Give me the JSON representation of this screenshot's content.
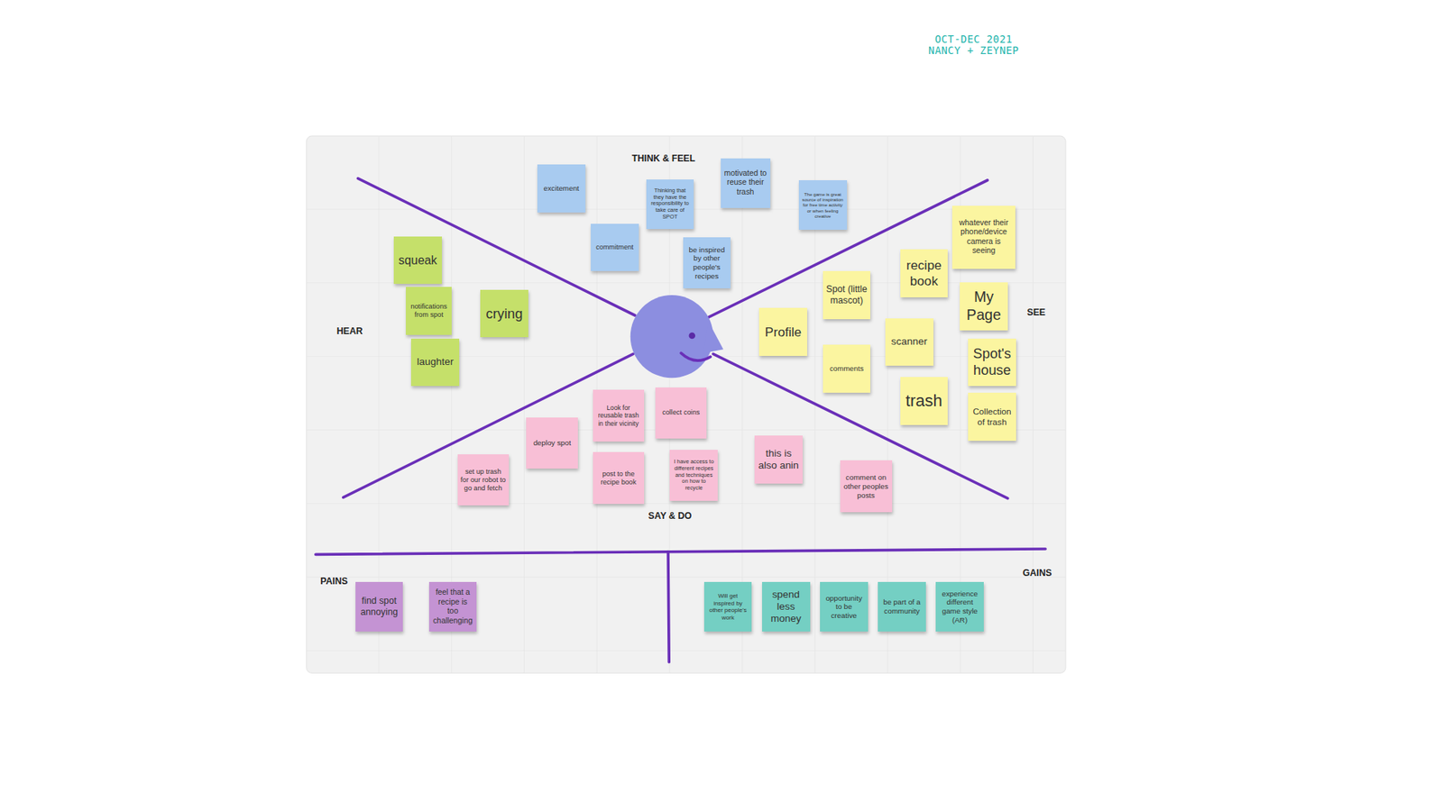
{
  "diagram": {
    "nodes": [
      {
        "text": [
          "excitement"
        ]
      },
      {
        "text": [
          "Thinking that they have the responsibility to take care of SPOT"
        ]
      },
      {
        "text": [
          "motivated to reuse their trash"
        ]
      },
      {
        "text": [
          "The game is great source of inspiration for free time activity or when feeling creative"
        ]
      },
      {
        "text": [
          "commitment"
        ]
      },
      {
        "text": [
          "be inspired by other people's recipes"
        ]
      },
      {
        "text": [
          "squeak"
        ]
      },
      {
        "text": [
          "notifications from spot"
        ]
      },
      {
        "text": [
          "crying"
        ]
      },
      {
        "text": [
          "laughter"
        ]
      },
      {
        "text": [
          "whatever their phone/device camera is seeing"
        ]
      },
      {
        "text": [
          "recipe book"
        ]
      },
      {
        "text": [
          "My Page"
        ]
      },
      {
        "text": [
          "Spot (little mascot)"
        ]
      },
      {
        "text": [
          "Profile"
        ]
      },
      {
        "text": [
          "scanner"
        ]
      },
      {
        "text": [
          "comments"
        ]
      },
      {
        "text": [
          "Spot's house"
        ]
      },
      {
        "text": [
          "trash"
        ]
      },
      {
        "text": [
          "Collection of trash"
        ]
      },
      {
        "text": [
          "Look for reusable trash in their vicinity"
        ]
      },
      {
        "text": [
          "collect coins"
        ]
      },
      {
        "text": [
          "deploy spot"
        ]
      },
      {
        "text": [
          "this is also anin"
        ]
      },
      {
        "text": [
          "post to the recipe book"
        ]
      },
      {
        "text": [
          "I have access to different recipes and techniques on how to recycle"
        ]
      },
      {
        "text": [
          "set up trash for our robot to go and fetch"
        ]
      },
      {
        "text": [
          "comment on other peoples posts"
        ]
      },
      {
        "text": [
          "find spot annoying"
        ]
      },
      {
        "text": [
          "feel that a recipe is too challenging"
        ]
      },
      {
        "text": [
          "Will get inspired by other people's work"
        ]
      },
      {
        "text": [
          "spend less money"
        ]
      },
      {
        "text": [
          "opportunity to be creative"
        ]
      },
      {
        "text": [
          "be part of a community"
        ]
      },
      {
        "text": [
          "experience different game style (AR)"
        ]
      }
    ],
    "labels": [
      "OCT-DEC 2021",
      "NANCY + ZEYNEP",
      "THINK & FEEL",
      "HEAR",
      "SEE",
      "SAY & DO",
      "PAINS",
      "GAINS"
    ]
  }
}
